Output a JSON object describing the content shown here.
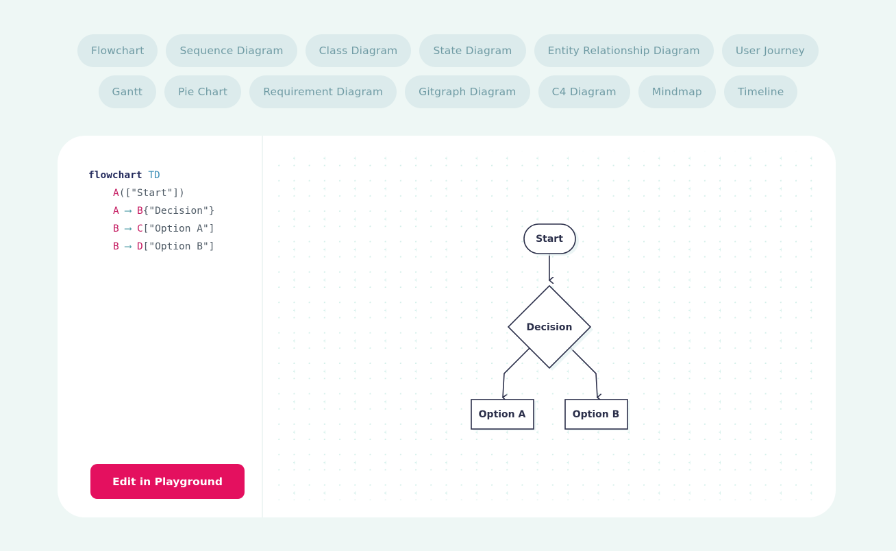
{
  "tabs_row1": [
    "Flowchart",
    "Sequence Diagram",
    "Class Diagram",
    "State Diagram",
    "Entity Relationship Diagram",
    "User Journey"
  ],
  "tabs_row2": [
    "Gantt",
    "Pie Chart",
    "Requirement Diagram",
    "Gitgraph Diagram",
    "C4 Diagram",
    "Mindmap",
    "Timeline"
  ],
  "code": {
    "keyword": "flowchart",
    "direction": "TD",
    "line1_id": "A",
    "line1_text": "([\"Start\"])",
    "line2_from": "A",
    "line2_to": "B",
    "line2_text": "{\"Decision\"}",
    "line3_from": "B",
    "line3_to": "C",
    "line3_text": "[\"Option A\"]",
    "line4_from": "B",
    "line4_to": "D",
    "line4_text": "[\"Option B\"]",
    "arrow": "⟶"
  },
  "edit_button": "Edit in Playground",
  "diagram": {
    "start": "Start",
    "decision": "Decision",
    "option_a": "Option A",
    "option_b": "Option B"
  },
  "colors": {
    "accent": "#e4105f",
    "tab_bg": "#dcebec",
    "tab_text": "#6f9ba4",
    "grid_dot": "#cfeee8",
    "diagram_line": "#2b2f4a"
  }
}
